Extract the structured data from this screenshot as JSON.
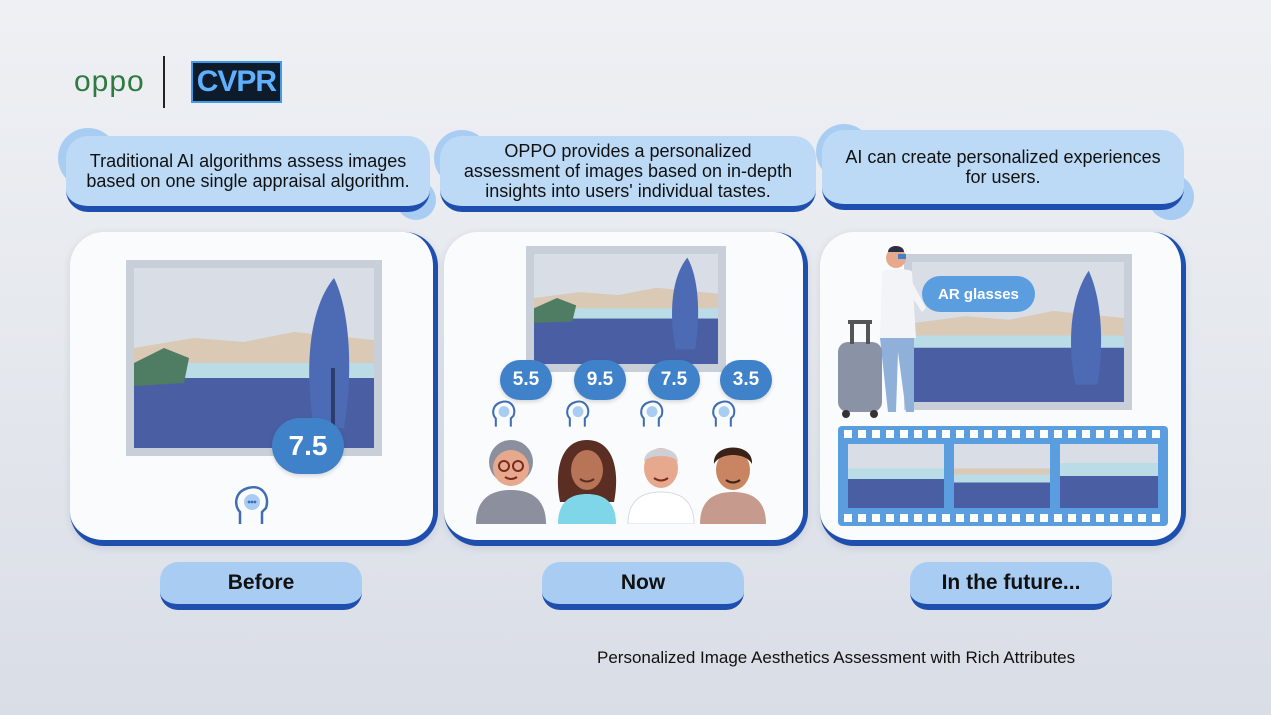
{
  "logos": {
    "oppo": "oppo",
    "cvpr": "CVPR"
  },
  "captions": [
    "Traditional AI algorithms assess images based on one single appraisal algorithm.",
    "OPPO provides a personalized assessment of images based on in-depth insights into users' individual tastes.",
    "AI can create personalized experiences for users."
  ],
  "before": {
    "score": "7.5"
  },
  "now": {
    "scores": [
      "5.5",
      "9.5",
      "7.5",
      "3.5"
    ]
  },
  "future": {
    "ar_label": "AR glasses"
  },
  "stages": [
    "Before",
    "Now",
    "In the future..."
  ],
  "footnote": "Personalized Image Aesthetics Assessment with Rich Attributes",
  "colors": {
    "accent": "#1f4fae",
    "pill": "#bcdaf6",
    "bubble": "#3f82c9"
  }
}
